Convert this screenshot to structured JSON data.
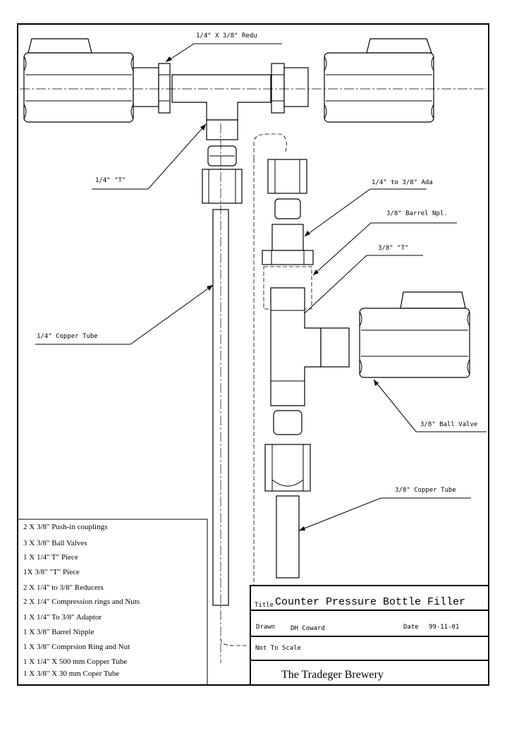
{
  "labels": {
    "reducer": "1/4\" X 3/8\" Redu",
    "tee_quarter": "1/4\" \"T\"",
    "adaptor": "1/4\" to 3/8\" Ada",
    "barrel_nipple": "3/8\" Barrel Npl.",
    "tee_three_eighths": "3/8\" \"T\"",
    "copper_tube_quarter": "1/4\" Copper Tube",
    "ball_valve": "3/8\" Ball Valve",
    "copper_tube_three_eighths": "3/8\" Copper Tube"
  },
  "bill_of_materials": [
    "2 X 3/8\" Push-in couplings",
    "3 X 3/8\" Ball Valves",
    "1 X 1/4\" T\" Piece",
    "1X 3/8\" \"T\" Piece",
    "2 X 1/4\" to 3/8\" Reducers",
    "2 X 1/4\" Compression rings and Nuts",
    "1 X 1/4\" To 3/8\" Adaptor",
    "1 X 3/8\" Barrel Nipple",
    "1 X 3/8\" Comprsion Ring and Nut",
    "1 X 1/4\" X 500 mm Copper Tube",
    "1 X 3/8\" X 30 mm Coper Tube"
  ],
  "title_block": {
    "title_label": "Title",
    "title": "Counter Pressure Bottle Filler",
    "drawn_label": "Drawn",
    "drawn_by": "DH Coward",
    "date_label": "Date",
    "date": "99-11-01",
    "scale": "Not To Scale",
    "company": "The Tradeger Brewery"
  }
}
